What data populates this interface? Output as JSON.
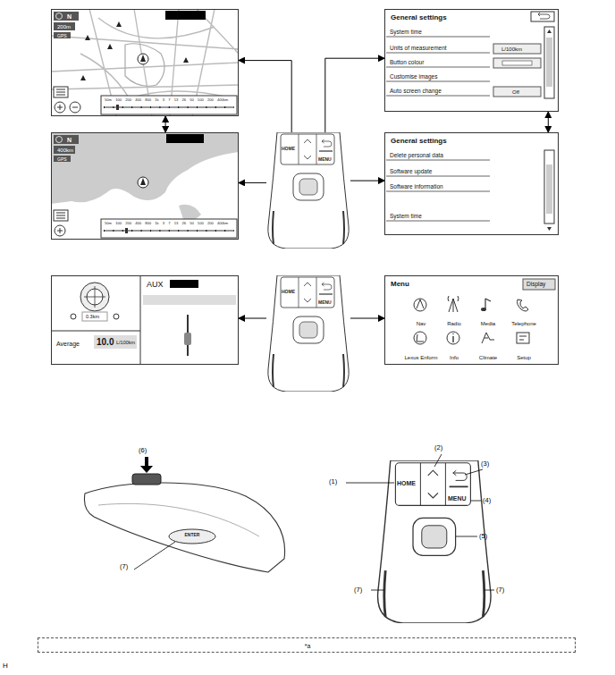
{
  "diagram": {
    "nodes": [
      {
        "text": [
          "N",
          "200m",
          "GPS",
          "50m 100 200 400 800 1k 3 7 13 26 50 100 200 400km"
        ]
      },
      {
        "text": [
          "N",
          "400km",
          "GPS",
          "50m 100 200 400 800 1k 3 7 13 26 50 100 200 400km"
        ]
      },
      {
        "text": [
          "HOME",
          "MENU"
        ]
      },
      {
        "text": [
          "General settings",
          "System time",
          "Units of measurement",
          "L/100km",
          "Button colour",
          "Customise images",
          "Auto screen change",
          "Off"
        ]
      },
      {
        "text": [
          "General settings",
          "Delete personal data",
          "Software update",
          "Software information",
          "System time"
        ]
      },
      {
        "text": [
          "0.3km",
          "Average",
          "10.0",
          "L/100km",
          "AUX"
        ]
      },
      {
        "text": [
          "HOME",
          "MENU"
        ]
      },
      {
        "text": [
          "Menu",
          "Display",
          "Nav",
          "Radio",
          "Media",
          "Telephone",
          "Lexus Enform",
          "Info",
          "Climate",
          "Setup"
        ]
      },
      {
        "text": [
          "*a"
        ]
      }
    ],
    "edges": [
      {
        "from": 2,
        "to": 0,
        "arrow": "to"
      },
      {
        "from": 2,
        "to": 1,
        "arrow": "to"
      },
      {
        "from": 2,
        "to": 3,
        "arrow": "to"
      },
      {
        "from": 2,
        "to": 4,
        "arrow": "to"
      },
      {
        "from": 0,
        "to": 1,
        "arrow": "both"
      },
      {
        "from": 3,
        "to": 4,
        "arrow": "both"
      },
      {
        "from": 6,
        "to": 5,
        "arrow": "to"
      },
      {
        "from": 6,
        "to": 7,
        "arrow": "to"
      }
    ],
    "labels": [
      "(6)",
      "ENTER",
      "(7)",
      "(1)",
      "(2)",
      "(3)",
      "(4)",
      "(5)",
      "(7)",
      "(7)",
      "HOME",
      "MENU",
      "H"
    ]
  }
}
